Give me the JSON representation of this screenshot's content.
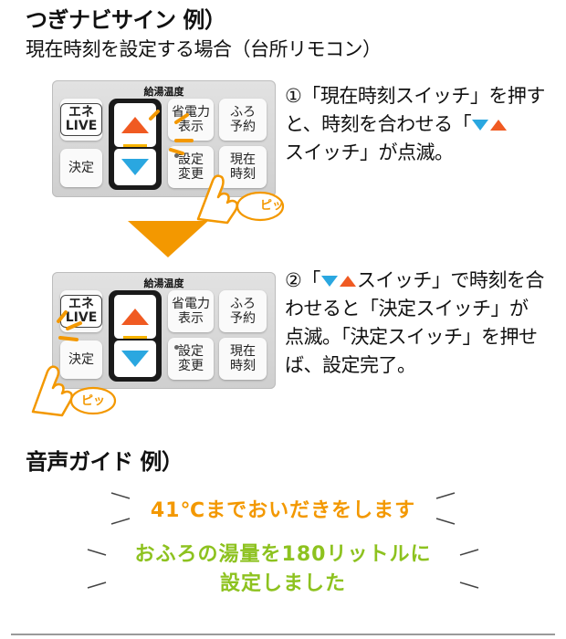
{
  "heading": "つぎナビサイン 例）",
  "subheading": "現在時刻を設定する場合（台所リモコン）",
  "remote": {
    "label": "給湯温度",
    "live_key": "エネ\nLIVE",
    "decide_key": "決定",
    "power_key": "省電力\n表示",
    "bath_key": "ふろ\n予約",
    "setting_key": "設定\n変更",
    "time_key": "現在\n時刻",
    "pi_sound": "ピッ"
  },
  "steps": {
    "step1": {
      "prefix": "①「現在時刻スイッチ」を押すと、時刻を合わせる「",
      "suffix": "スイッチ」が点滅。"
    },
    "step2": {
      "prefix": "②「",
      "suffix": "スイッチ」で時刻を合わせると「決定スイッチ」が点滅。「決定スイッチ」を押せば、設定完了。"
    }
  },
  "voice_heading": "音声ガイド 例）",
  "voice_messages": [
    "41℃までおいだきをします",
    "おふろの湯量を180リットルに",
    "設定しました"
  ],
  "colors": {
    "accent_orange": "#f39800",
    "accent_green": "#8dc21f",
    "up_red": "#f05a22",
    "down_blue": "#2aa7e0"
  }
}
